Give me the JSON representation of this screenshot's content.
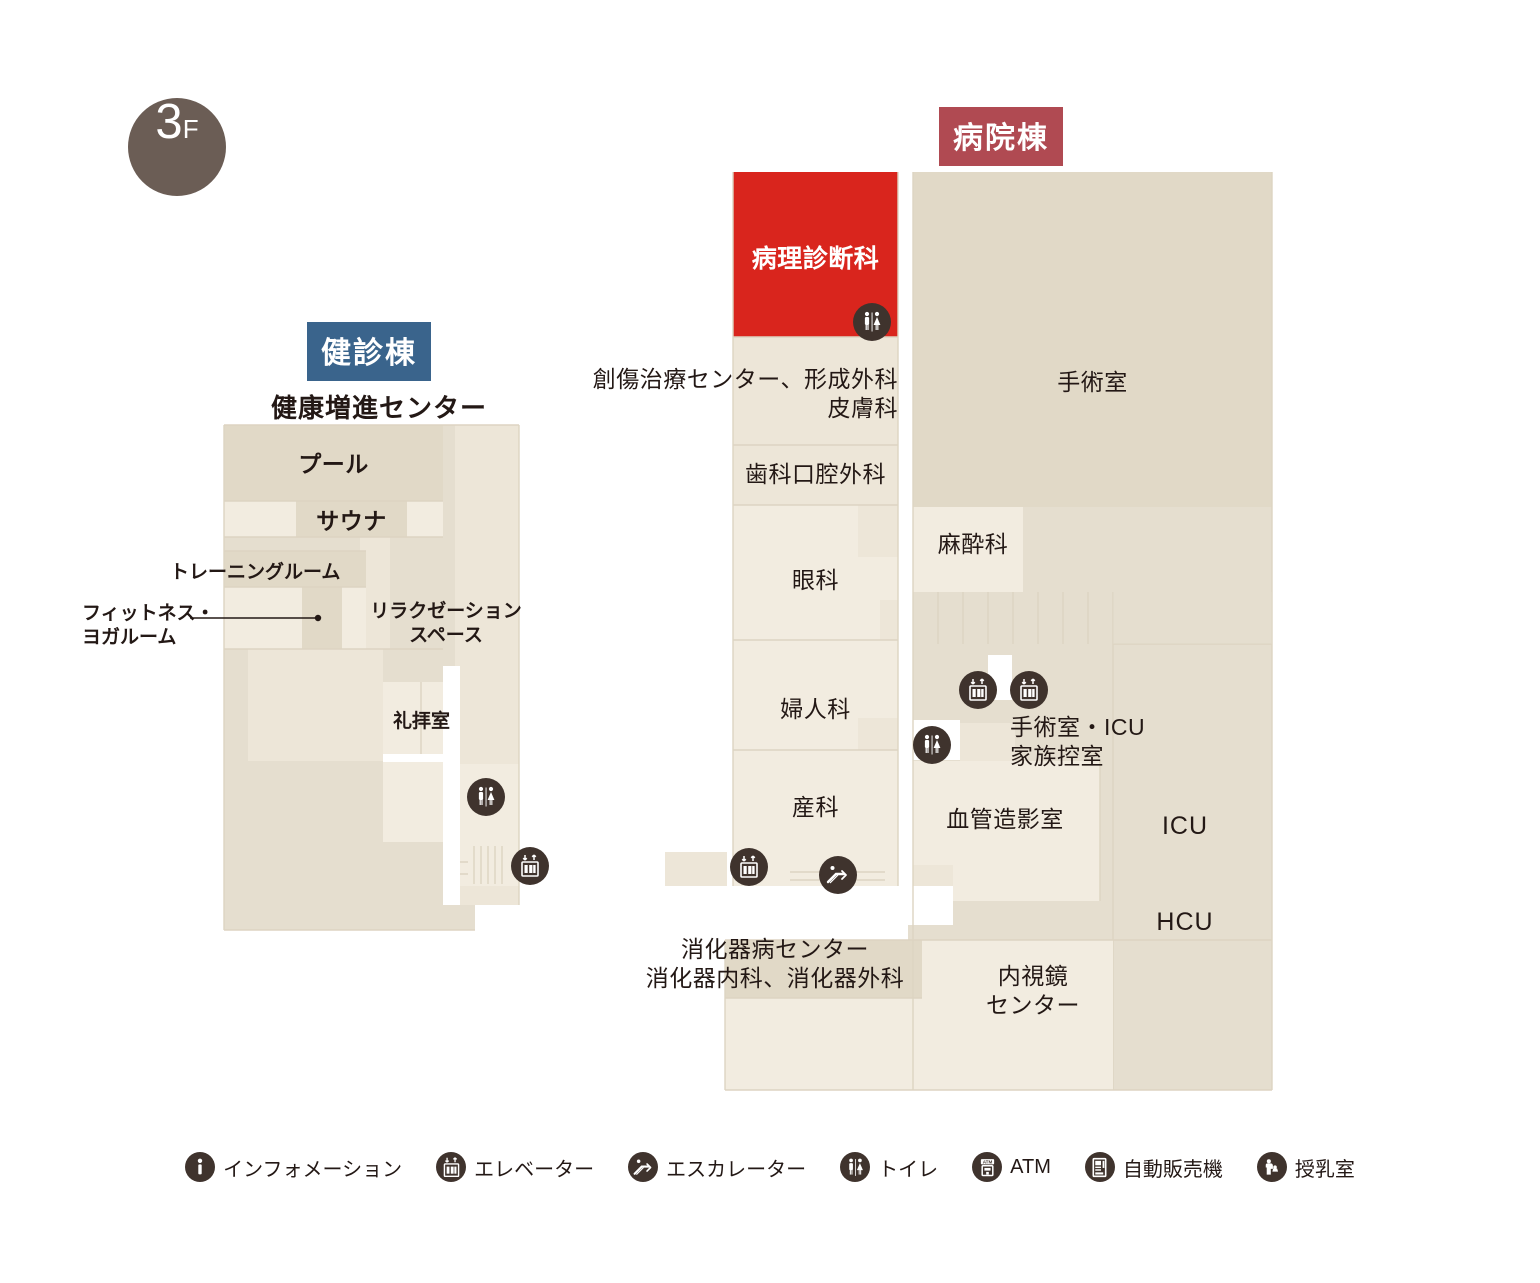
{
  "floor": {
    "number": "3",
    "suffix": "F"
  },
  "wings": {
    "kenshin": {
      "label": "健診棟",
      "color": "#3a648c"
    },
    "byoin": {
      "label": "病院棟",
      "color": "#b04a52"
    }
  },
  "center_title": "健康増進センター",
  "colors": {
    "fill_base": "#e5decf",
    "fill_light": "#f1ead e",
    "fill_mid": "#ebe3d3",
    "highlight_red": "#d9251d",
    "icon_dark": "#3f332d",
    "text": "#231815"
  },
  "rooms": {
    "kenshin": [
      {
        "name": "pool",
        "label": "プール"
      },
      {
        "name": "sauna",
        "label": "サウナ"
      },
      {
        "name": "training-room",
        "label": "トレーニングルーム"
      },
      {
        "name": "fitness-yoga-room",
        "label": "フィットネス・\nヨガルーム"
      },
      {
        "name": "relaxation-space",
        "label": "リラクゼーション\nスペース"
      },
      {
        "name": "prayer-room",
        "label": "礼拝室"
      }
    ],
    "byoin": [
      {
        "name": "pathology",
        "label": "病理診断科",
        "highlight": true
      },
      {
        "name": "wound-care-plastic-derm",
        "label": "創傷治療センター、形成外科\n皮膚科"
      },
      {
        "name": "dental-oral-surgery",
        "label": "歯科口腔外科"
      },
      {
        "name": "ophthalmology",
        "label": "眼科"
      },
      {
        "name": "gynecology",
        "label": "婦人科"
      },
      {
        "name": "obstetrics",
        "label": "産科"
      },
      {
        "name": "operating-room",
        "label": "手術室"
      },
      {
        "name": "anesthesiology",
        "label": "麻酔科"
      },
      {
        "name": "or-icu-family-waiting",
        "label": "手術室・ICU\n家族控室"
      },
      {
        "name": "angiography-room",
        "label": "血管造影室"
      },
      {
        "name": "icu",
        "label": "ICU"
      },
      {
        "name": "hcu",
        "label": "HCU"
      },
      {
        "name": "gastro-center",
        "label": "消化器病センター\n消化器内科、消化器外科"
      },
      {
        "name": "endoscopy-center",
        "label": "内視鏡\nセンター"
      }
    ]
  },
  "legend": [
    {
      "icon": "information-icon",
      "label": "インフォメーション"
    },
    {
      "icon": "elevator-icon",
      "label": "エレベーター"
    },
    {
      "icon": "escalator-icon",
      "label": "エスカレーター"
    },
    {
      "icon": "restroom-icon",
      "label": "トイレ"
    },
    {
      "icon": "atm-icon",
      "label": "ATM"
    },
    {
      "icon": "vending-machine-icon",
      "label": "自動販売機"
    },
    {
      "icon": "nursing-room-icon",
      "label": "授乳室"
    }
  ],
  "map_icons": [
    {
      "name": "restroom-icon-pathology",
      "type": "restroom"
    },
    {
      "name": "restroom-icon-kenshin",
      "type": "restroom"
    },
    {
      "name": "restroom-icon-hospital-mid",
      "type": "restroom"
    },
    {
      "name": "elevator-icon-kenshin",
      "type": "elevator"
    },
    {
      "name": "elevator-icon-hospital-west",
      "type": "elevator"
    },
    {
      "name": "elevator-icon-hospital-a",
      "type": "elevator"
    },
    {
      "name": "elevator-icon-hospital-b",
      "type": "elevator"
    },
    {
      "name": "escalator-icon-hospital",
      "type": "escalator"
    }
  ]
}
